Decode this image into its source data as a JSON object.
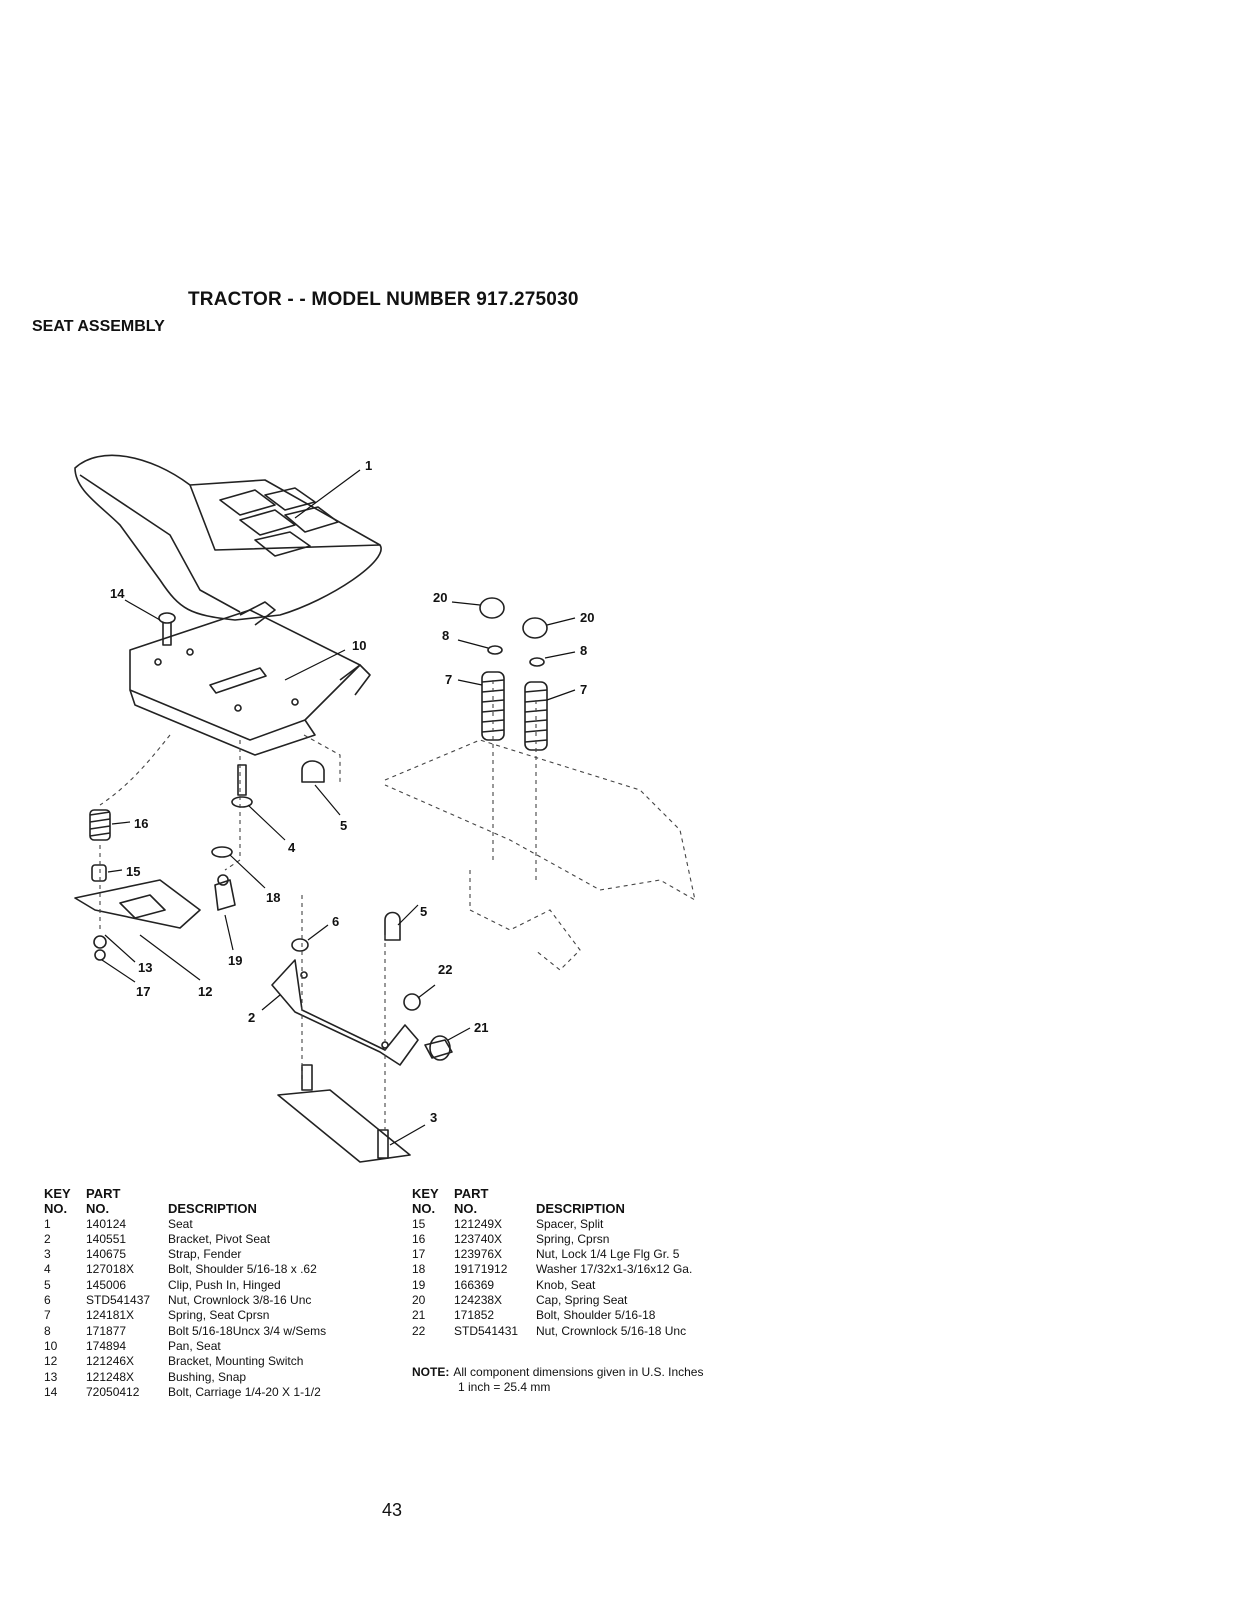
{
  "header": {
    "title": "TRACTOR - - MODEL NUMBER 917.275030",
    "section": "SEAT ASSEMBLY"
  },
  "diagram": {
    "callouts": [
      "1",
      "14",
      "10",
      "16",
      "15",
      "4",
      "5",
      "18",
      "13",
      "17",
      "12",
      "19",
      "6",
      "5",
      "2",
      "22",
      "21",
      "3",
      "20",
      "20",
      "8",
      "8",
      "7",
      "7"
    ]
  },
  "parts_table": {
    "headers": {
      "key_top": "KEY",
      "key_bottom": "NO.",
      "part_top": "PART",
      "part_bottom": "NO.",
      "description": "DESCRIPTION"
    },
    "left": [
      {
        "key": "1",
        "part": "140124",
        "desc": "Seat"
      },
      {
        "key": "2",
        "part": "140551",
        "desc": "Bracket, Pivot Seat"
      },
      {
        "key": "3",
        "part": "140675",
        "desc": "Strap, Fender"
      },
      {
        "key": "4",
        "part": "127018X",
        "desc": "Bolt, Shoulder 5/16-18 x .62"
      },
      {
        "key": "5",
        "part": "145006",
        "desc": "Clip, Push In, Hinged"
      },
      {
        "key": "6",
        "part": "STD541437",
        "desc": "Nut, Crownlock 3/8-16 Unc"
      },
      {
        "key": "7",
        "part": "124181X",
        "desc": "Spring, Seat Cprsn"
      },
      {
        "key": "8",
        "part": "171877",
        "desc": "Bolt 5/16-18Uncx 3/4 w/Sems"
      },
      {
        "key": "10",
        "part": "174894",
        "desc": "Pan, Seat"
      },
      {
        "key": "12",
        "part": "121246X",
        "desc": "Bracket, Mounting Switch"
      },
      {
        "key": "13",
        "part": "121248X",
        "desc": "Bushing, Snap"
      },
      {
        "key": "14",
        "part": "72050412",
        "desc": "Bolt, Carriage 1/4-20 X 1-1/2"
      }
    ],
    "right": [
      {
        "key": "15",
        "part": "121249X",
        "desc": "Spacer, Split"
      },
      {
        "key": "16",
        "part": "123740X",
        "desc": "Spring, Cprsn"
      },
      {
        "key": "17",
        "part": "123976X",
        "desc": "Nut, Lock 1/4 Lge Flg Gr. 5"
      },
      {
        "key": "18",
        "part": "19171912",
        "desc": "Washer 17/32x1-3/16x12 Ga."
      },
      {
        "key": "19",
        "part": "166369",
        "desc": "Knob, Seat"
      },
      {
        "key": "20",
        "part": "124238X",
        "desc": "Cap, Spring Seat"
      },
      {
        "key": "21",
        "part": "171852",
        "desc": "Bolt, Shoulder 5/16-18"
      },
      {
        "key": "22",
        "part": "STD541431",
        "desc": "Nut, Crownlock 5/16-18 Unc"
      }
    ]
  },
  "note": {
    "label": "NOTE:",
    "line1": "All component dimensions given in U.S. Inches",
    "line2": "1 inch = 25.4 mm"
  },
  "footer": {
    "page_number": "43"
  }
}
